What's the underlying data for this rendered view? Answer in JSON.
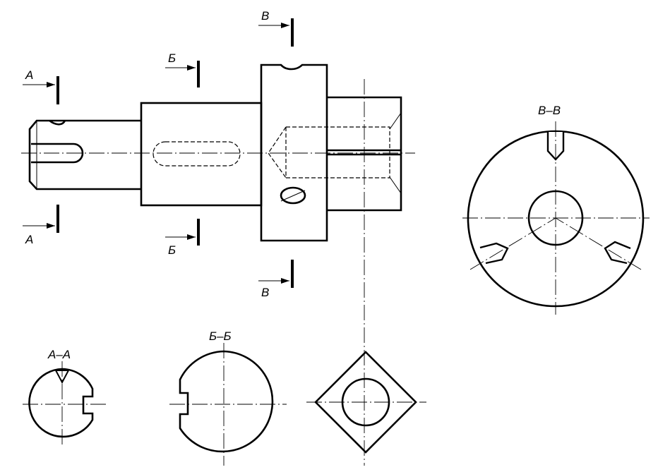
{
  "labels": {
    "a": "А",
    "b": "Б",
    "v": "В",
    "section_aa": "А–А",
    "section_bb": "Б–Б",
    "section_vv": "В–В"
  }
}
